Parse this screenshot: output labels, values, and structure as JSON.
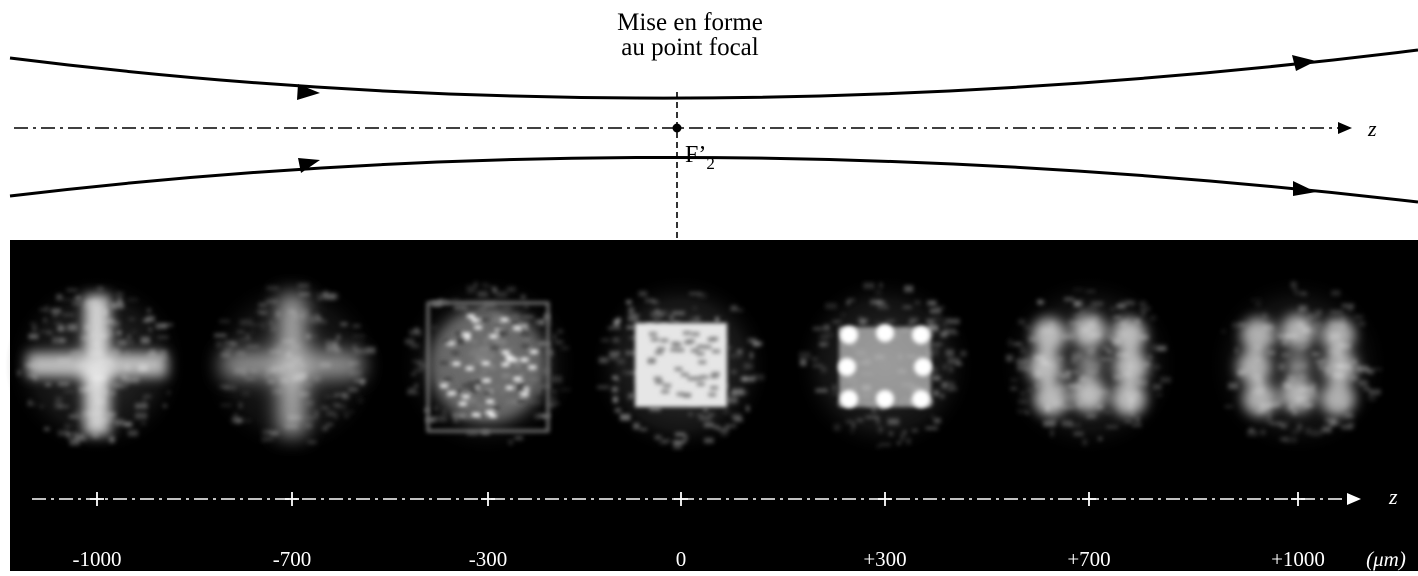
{
  "title": {
    "line1": "Mise en forme",
    "line2": "au point focal"
  },
  "optical_axis": {
    "label": "z"
  },
  "focal_point": {
    "label": "F’",
    "subscript": "2"
  },
  "measurement_axis": {
    "label": "z",
    "unit": "(μm)",
    "positions": [
      {
        "label": "-1000",
        "value": -1000
      },
      {
        "label": "-700",
        "value": -700
      },
      {
        "label": "-300",
        "value": -300
      },
      {
        "label": "0",
        "value": 0
      },
      {
        "label": "+300",
        "value": 300
      },
      {
        "label": "+700",
        "value": 700
      },
      {
        "label": "+1000",
        "value": 1000
      }
    ]
  },
  "frames": [
    {
      "z": -1000,
      "pattern": "cross",
      "brightness": 0.85
    },
    {
      "z": -700,
      "pattern": "cross-diffuse",
      "brightness": 0.7
    },
    {
      "z": -300,
      "pattern": "textured-disk",
      "brightness": 0.8
    },
    {
      "z": 0,
      "pattern": "square",
      "brightness": 1.0
    },
    {
      "z": 300,
      "pattern": "square-dots",
      "brightness": 0.85
    },
    {
      "z": 700,
      "pattern": "blurred-dots",
      "brightness": 0.75
    },
    {
      "z": 1000,
      "pattern": "blurred-dots",
      "brightness": 0.7
    }
  ],
  "colors": {
    "photo_background": "#000000",
    "ray": "#000000",
    "speckle": "#ffffff"
  }
}
